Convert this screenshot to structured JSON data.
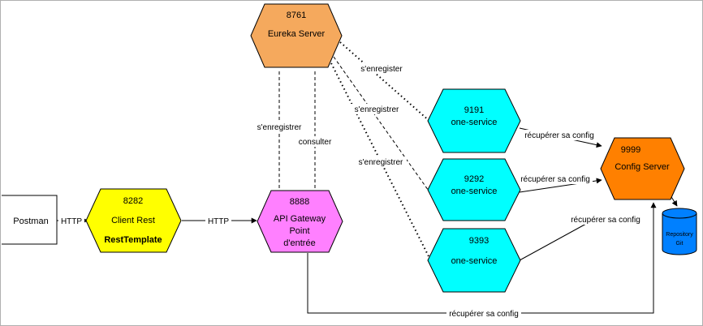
{
  "nodes": {
    "eureka": {
      "port": "8761",
      "name": "Eureka Server",
      "color": "#f5a95d"
    },
    "client": {
      "port": "8282",
      "name": "Client Rest",
      "extra": "RestTemplate",
      "color": "#ffff00"
    },
    "gateway": {
      "port": "8888",
      "line1": "API Gateway",
      "line2": "Point",
      "line3": "d'entrée",
      "color": "#ff80ff"
    },
    "service1": {
      "port": "9191",
      "name": "one-service",
      "color": "#00ffff"
    },
    "service2": {
      "port": "9292",
      "name": "one-service",
      "color": "#00ffff"
    },
    "service3": {
      "port": "9393",
      "name": "one-service",
      "color": "#00ffff"
    },
    "config": {
      "port": "9999",
      "name": "Config Server",
      "color": "#ff8000"
    },
    "postman": {
      "name": "Postman"
    },
    "repo": {
      "line1": "Repository",
      "line2": "Git",
      "color": "#0080ff"
    }
  },
  "labels": {
    "http1": "HTTP",
    "http2": "HTTP",
    "register_gateway": "s'enregistrer",
    "consult": "consulter",
    "register1": "s'enregister",
    "register2": "s'enregistrer",
    "register3": "s'enregistrer",
    "fetch1": "récupérer sa config",
    "fetch2": "récupérer sa config",
    "fetch3": "récupérer sa config",
    "fetch_gateway": "récupérer sa config"
  }
}
